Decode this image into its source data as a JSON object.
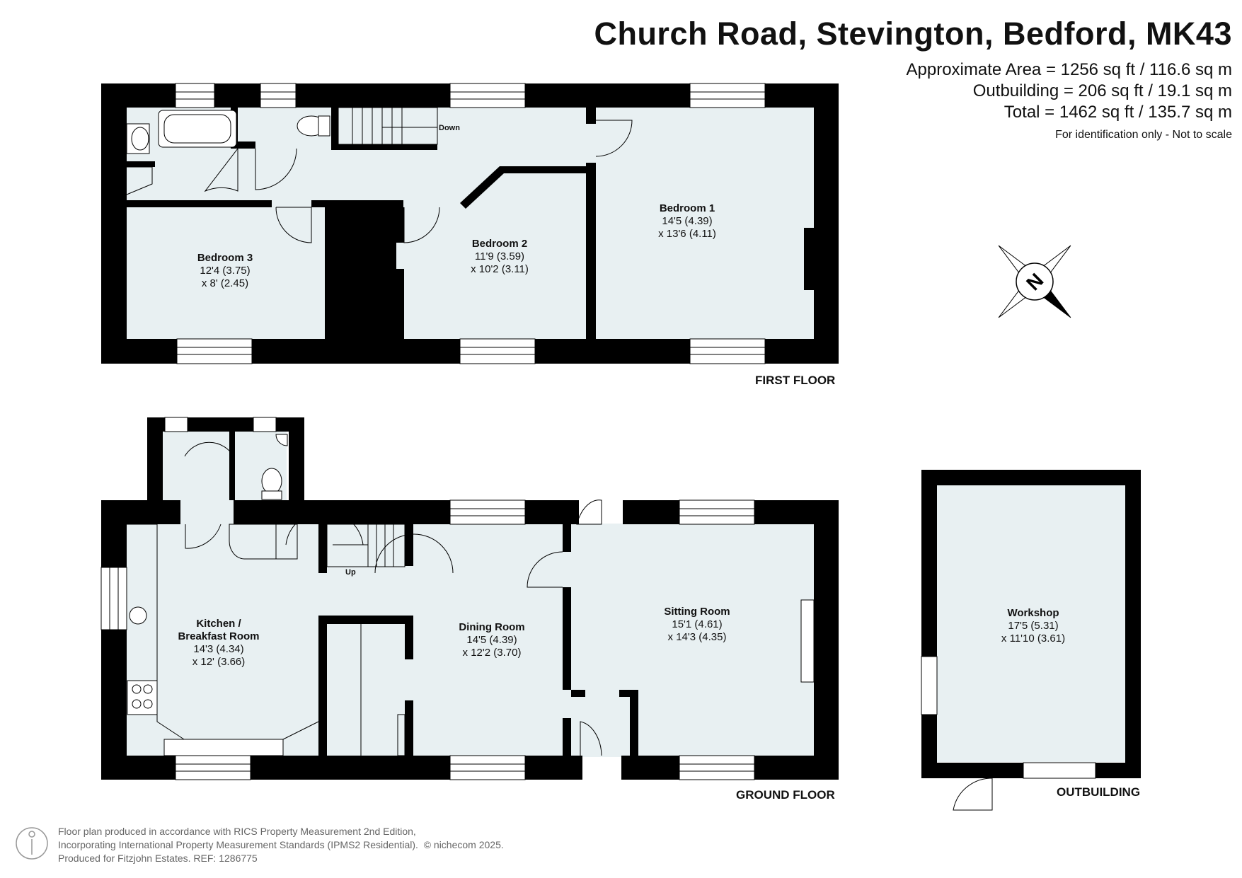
{
  "header": {
    "title": "Church Road, Stevington, Bedford, MK43",
    "approx_area": "Approximate Area = 1256 sq ft / 116.6 sq m",
    "outbuilding": "Outbuilding = 206 sq ft / 19.1 sq m",
    "total": "Total = 1462 sq ft / 135.7 sq m",
    "note": "For identification only - Not to scale"
  },
  "floors": {
    "first": "FIRST FLOOR",
    "ground": "GROUND FLOOR",
    "outbuilding": "OUTBUILDING"
  },
  "rooms": {
    "bedroom1": {
      "name": "Bedroom 1",
      "dim1": "14'5 (4.39)",
      "dim2": "x 13'6 (4.11)"
    },
    "bedroom2": {
      "name": "Bedroom 2",
      "dim1": "11'9 (3.59)",
      "dim2": "x 10'2 (3.11)"
    },
    "bedroom3": {
      "name": "Bedroom 3",
      "dim1": "12'4 (3.75)",
      "dim2": "x 8' (2.45)"
    },
    "kitchen": {
      "name1": "Kitchen /",
      "name2": "Breakfast Room",
      "dim1": "14'3 (4.34)",
      "dim2": "x 12' (3.66)"
    },
    "dining": {
      "name": "Dining Room",
      "dim1": "14'5 (4.39)",
      "dim2": "x 12'2 (3.70)"
    },
    "sitting": {
      "name": "Sitting Room",
      "dim1": "15'1 (4.61)",
      "dim2": "x 14'3 (4.35)"
    },
    "workshop": {
      "name": "Workshop",
      "dim1": "17'5 (5.31)",
      "dim2": "x 11'10 (3.61)"
    }
  },
  "stairs": {
    "down": "Down",
    "up": "Up"
  },
  "compass": {
    "letter": "N"
  },
  "footer": {
    "line1": "Floor plan produced in accordance with RICS Property Measurement 2nd Edition,",
    "line2": "Incorporating International Property Measurement Standards (IPMS2 Residential).",
    "copyright": "© nichecom 2025.",
    "line3": "Produced for Fitzjohn Estates.   REF: 1286775"
  },
  "colors": {
    "wall": "#000000",
    "floor": "#e8f0f2",
    "window": "#ffffff"
  }
}
